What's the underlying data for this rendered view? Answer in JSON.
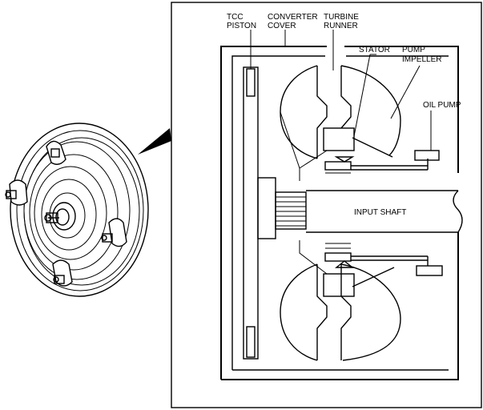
{
  "labels": {
    "tcc_piston": [
      "TCC",
      "PISTON"
    ],
    "converter_cover": [
      "CONVERTER",
      "COVER"
    ],
    "turbine_runner": [
      "TURBINE",
      "RUNNER"
    ],
    "stator": "STATOR",
    "pump_impeller": [
      "PUMP",
      "IMPELLER"
    ],
    "oil_pump": "OIL PUMP",
    "input_shaft": "INPUT SHAFT"
  },
  "icons": {
    "converter_illustration": "torque-converter-perspective-drawing",
    "callout_pointer": "black-wedge-pointer"
  }
}
